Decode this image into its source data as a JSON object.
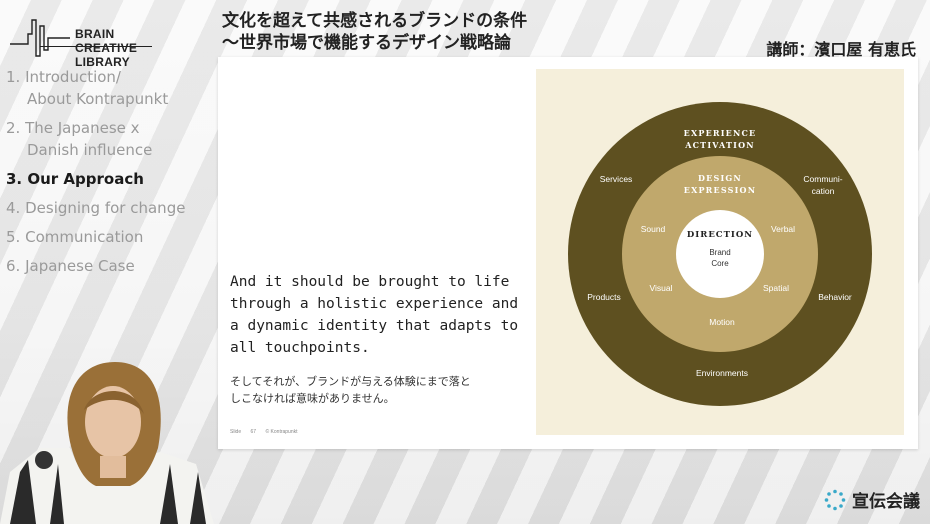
{
  "logo": {
    "line1": "BRAIN",
    "line2": "CREATIVE",
    "line3": "LIBRARY"
  },
  "title": {
    "line1": "文化を超えて共感されるブランドの条件",
    "line2": "〜世界市場で機能するデザイン戦略論"
  },
  "lecturer": "講師：濱口屋 有恵氏",
  "agenda": [
    {
      "number": "1.",
      "line1": "Introduction/",
      "line2": "About Kontrapunkt"
    },
    {
      "number": "2.",
      "line1": "The Japanese x",
      "line2": "Danish influence"
    },
    {
      "number": "3.",
      "line1": "Our Approach",
      "line2": ""
    },
    {
      "number": "4.",
      "line1": "Designing for change",
      "line2": ""
    },
    {
      "number": "5.",
      "line1": "Communication",
      "line2": ""
    },
    {
      "number": "6.",
      "line1": "Japanese Case",
      "line2": ""
    }
  ],
  "slide": {
    "text_en": "And it should be brought to life through a holistic experience and a dynamic identity that adapts to all touchpoints.",
    "text_jp_line1": "そしてそれが、ブランドが与える体験にまで落と",
    "text_jp_line2": "しこなければ意味がありません。",
    "footer": {
      "slide": "Slide",
      "page": "67",
      "copyright": "© Kontrapunkt"
    }
  },
  "diagram": {
    "outer_title_1": "EXPERIENCE",
    "outer_title_2": "ACTIVATION",
    "outer_labels": {
      "services": "Services",
      "communication_1": "Communi-",
      "communication_2": "cation",
      "products": "Products",
      "behavior": "Behavior",
      "environments": "Environments"
    },
    "middle_title_1": "DESIGN",
    "middle_title_2": "EXPRESSION",
    "middle_labels": {
      "sound": "Sound",
      "verbal": "Verbal",
      "visual": "Visual",
      "spatial": "Spatial",
      "motion": "Motion"
    },
    "core_title": "DIRECTION",
    "core_line1": "Brand",
    "core_line2": "Core",
    "colors": {
      "outer": "#5e5020",
      "middle": "#c0a86c",
      "core": "#ffffff",
      "background": "#f5efdb"
    }
  },
  "brand": {
    "name": "宣伝会議"
  }
}
